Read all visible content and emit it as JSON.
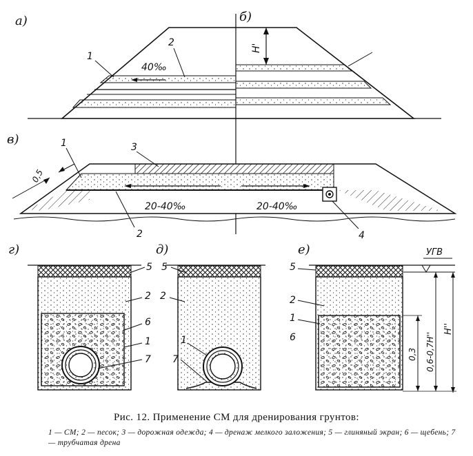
{
  "figure": {
    "panel_labels": {
      "a": "а)",
      "b": "б)",
      "v": "в)",
      "g": "г)",
      "d": "д)",
      "e": "е)"
    },
    "panel_a": {
      "slope_label": "40‰",
      "callout_1": "1",
      "callout_2": "2"
    },
    "panel_b": {
      "height_label": "H'"
    },
    "panel_v": {
      "callout_1": "1",
      "callout_2": "2",
      "callout_3": "3",
      "callout_4": "4",
      "thickness_label": "0,5",
      "slope_left": "20-40‰",
      "slope_right": "20-40‰"
    },
    "panel_g": {
      "callout_5": "5",
      "callout_2": "2",
      "callout_6": "6",
      "callout_1": "1",
      "callout_7": "7"
    },
    "panel_d": {
      "callout_5": "5",
      "callout_2": "2",
      "callout_1": "1",
      "callout_7": "7"
    },
    "panel_e": {
      "callout_5": "5",
      "callout_2": "2",
      "callout_1": "1",
      "callout_6": "6",
      "ugv_label": "УГВ",
      "dim_03": "0,3",
      "dim_0607": "0,6-0,7H''",
      "dim_H": "H''"
    }
  },
  "caption": {
    "title": "Рис. 12. Применение СМ для дренирования грунтов:",
    "legend": "1 — СМ; 2 — песок; 3 — дорожная одежда; 4 — дренаж мелкого заложения; 5 — глиняный экран; 6 — щебень; 7 — трубчатая дрена"
  }
}
